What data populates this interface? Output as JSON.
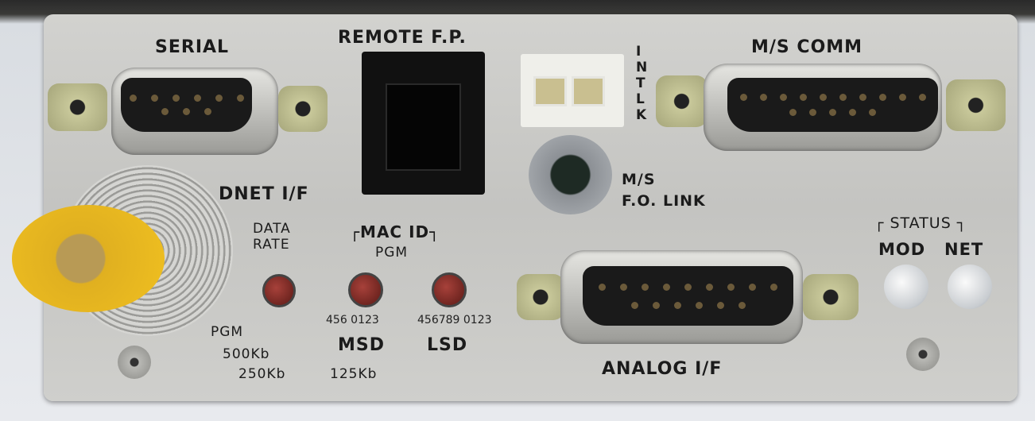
{
  "panel": {
    "serial": "SERIAL",
    "remote_fp": "REMOTE F.P.",
    "intlk": [
      "I",
      "N",
      "T",
      "L",
      "K"
    ],
    "ms_comm": "M/S COMM",
    "dnet_if": "DNET I/F",
    "ms_fo_link": [
      "M/S",
      "F.O. LINK"
    ],
    "data_rate": [
      "DATA",
      "RATE"
    ],
    "mac_id": "┌MAC ID┐",
    "pgm_mac": "PGM",
    "msd": "MSD",
    "lsd": "LSD",
    "msd_digits": "456 0123",
    "lsd_digits": "456789 0123",
    "rates": {
      "pgm": "PGM",
      "r500": "500Kb",
      "r250": "250Kb",
      "r125": "125Kb"
    },
    "status": "┌ STATUS ┐",
    "mod": "MOD",
    "net": "NET",
    "analog_if": "ANALOG I/F"
  }
}
